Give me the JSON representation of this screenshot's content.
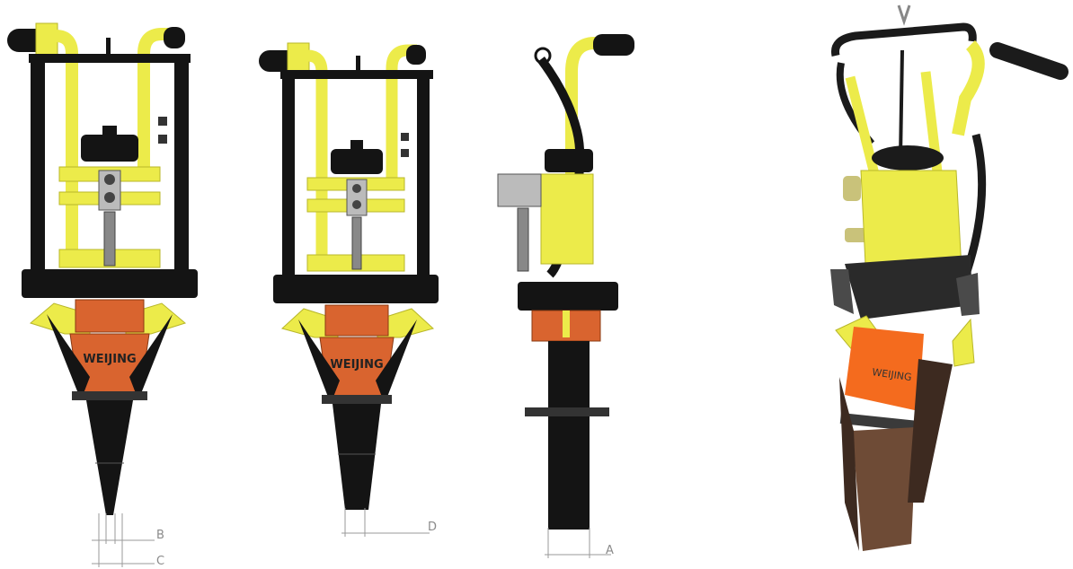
{
  "brand_text": "WEIJING",
  "dimension_labels": {
    "view1": [
      "B",
      "C"
    ],
    "view2": [
      "D"
    ],
    "view3": [
      "A"
    ]
  },
  "colors": {
    "yellow": "#ECEB4A",
    "yellow_dark": "#B8B72A",
    "black": "#141414",
    "orange": "#D9642F",
    "photo_orange": "#F46B1E",
    "steel": "#9A9A9A",
    "dim_line": "#9A9A9A"
  }
}
